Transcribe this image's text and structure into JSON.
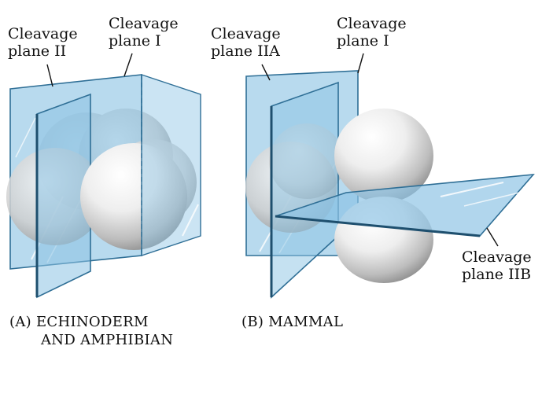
{
  "panel_a": {
    "label_left": {
      "line1": "Cleavage",
      "line2": "plane II"
    },
    "label_right": {
      "line1": "Cleavage",
      "line2": "plane I"
    },
    "caption": {
      "line1": "(A)  ECHINODERM",
      "line2": "AND AMPHIBIAN"
    }
  },
  "panel_b": {
    "label_left": {
      "line1": "Cleavage",
      "line2": "plane IIA"
    },
    "label_right": {
      "line1": "Cleavage",
      "line2": "plane I"
    },
    "label_bottom": {
      "line1": "Cleavage",
      "line2": "plane IIB"
    },
    "caption": {
      "line1": "(B)  MAMMAL"
    }
  },
  "colors": {
    "plane_fill": "#8cc3e4",
    "plane_edge": "#2f6f96",
    "cell_highlight": "#ffffff",
    "cell_shadow": "#8a8a8a"
  }
}
